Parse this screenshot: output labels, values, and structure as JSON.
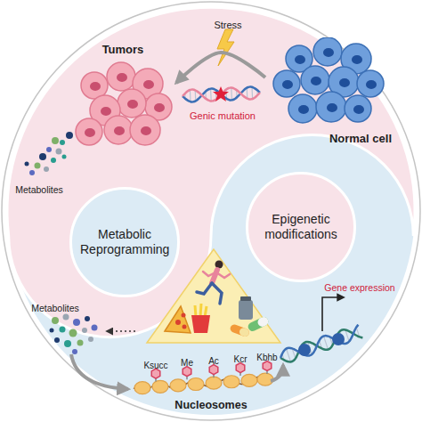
{
  "diagram": {
    "nodes": [
      {
        "text": [
          "Tumors"
        ]
      },
      {
        "text": [
          "Normal cell"
        ]
      },
      {
        "text": [
          "Metabolic Reprogramming"
        ]
      },
      {
        "text": [
          "Epigenetic modifications"
        ]
      }
    ],
    "edges": [
      {
        "from": 1,
        "to": 0,
        "arrow": "to"
      }
    ],
    "labels": [
      "Stress",
      "Genic mutation",
      "Metabolites",
      "Metabolites",
      "Gene expression",
      "Ksucc",
      "Me",
      "Ac",
      "Kcr",
      "Kbhb",
      "Nucleosomes"
    ]
  }
}
